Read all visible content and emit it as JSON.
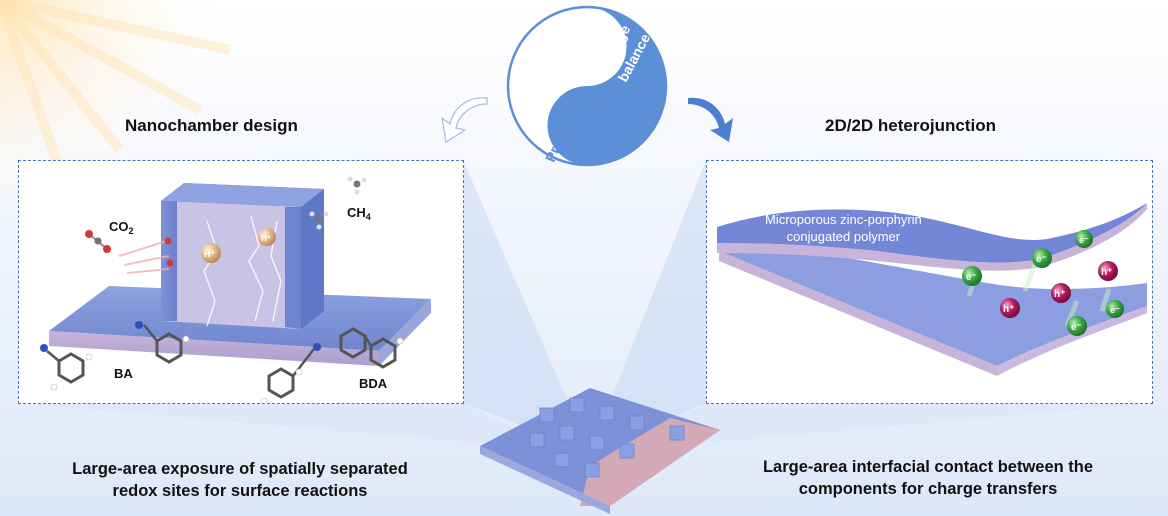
{
  "titles": {
    "left": "Nanochamber design",
    "right": "2D/2D heterojunction"
  },
  "yinyang": {
    "top": [
      "Charge",
      "balance"
    ],
    "bottom": [
      "Proton",
      "balance"
    ]
  },
  "left_panel": {
    "co2": "CO",
    "co2_sub": "2",
    "ch4": "CH",
    "ch4_sub": "4",
    "ba": "BA",
    "bda": "BDA",
    "proton": "H⁺"
  },
  "right_panel": {
    "polymer_line1": "Microporous zinc-porphyrin",
    "polymer_line2": "conjugated polymer",
    "electron": "e⁻",
    "hole": "h⁺"
  },
  "captions": {
    "left": [
      "Large-area exposure of spatially separated",
      "redox sites for surface reactions"
    ],
    "right": [
      "Large-area interfacial contact between the",
      "components for charge transfers"
    ]
  },
  "colors": {
    "accent_blue": "#5b8fd6",
    "dashed_border": "#4a72b8",
    "electron_green": "#2e9a3e",
    "hole_magenta": "#b0185a",
    "platform_blue": "#7c8fd8",
    "platform_pink": "#c9a6c4"
  }
}
